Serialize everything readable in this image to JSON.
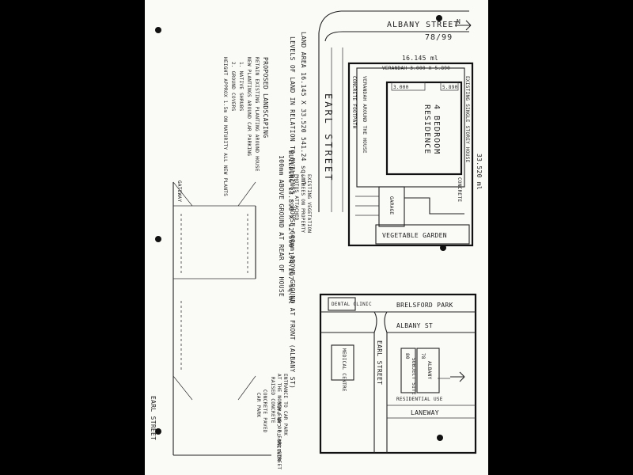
{
  "sheet": {
    "street_top": "ALBANY STREET",
    "lot_number": "78/99",
    "frontage_dim": "16.145 ml",
    "side_dim": "33.520 ml",
    "existing_building": "EXISTING SINGLE STOREY HOUSE",
    "residence_line1": "4 BEDROOM",
    "residence_line2": "RESIDENCE",
    "verandah_top": "VERANDAH 3.000 X 5.890",
    "verandah_bottom": "VERANDAH AROUND THE HOUSE",
    "dim_small_1": "3.000",
    "dim_small_2": "5.890",
    "footpath": "CONCRETE FOOTPATH",
    "street_side": "EARL STREET",
    "concrete": "CONCRETE",
    "garage": "GARAGE",
    "vegetable_garden": "VEGETABLE GARDEN",
    "vegetation_note_1": "EXISTING VEGETATION",
    "vegetation_note_2": "& TREES ON PROPERTY",
    "vegetation_note_3": "PHOTOS ATTACHED",
    "land_area": "LAND AREA  16.145 X 33.520   541.24 sq.ml",
    "building_area": "BUILDING  13.890 X 12.560   174.207 sq.ml",
    "levels_line1": "LEVELS OF LAND IN RELATION TO BUILDINGS - HOUSE 600mm ABOVE GROUND AT FRONT (ALBANY ST)",
    "levels_line2": "100mm ABOVE GROUND AT REAR OF HOUSE",
    "landscaping_title": "PROPOSED LANDSCAPING",
    "landscaping_1": "RETAIN EXISTING PLANTING AROUND HOUSE",
    "landscaping_2": "NEW PLANTINGS AROUND CAR PARKING",
    "landscaping_3": "1. NATIVE SHRUBS",
    "landscaping_4": "2. GROUND COVERS",
    "landscaping_5": "HEIGHT APPROX 1.5m ON MATURITY ALL NEW PLANTS",
    "carpark_1": "CONCRETE PAVED",
    "carpark_2": "CAR PARK",
    "entry_1": "ENTRANCE TO CAR PARK",
    "entry_2": "AT THE NORTH END OF EARL STREET",
    "entry_3": "RAISED CONCRETE",
    "cross_street_bottom": "EARL STREET",
    "kerb_note": "KERBING TO CAR PARK",
    "map_dental": "DENTAL CLINIC",
    "map_park": "BRELSFORD PARK",
    "map_albany": "ALBANY ST",
    "map_earl": "EARL STREET",
    "map_medical": "MEDICAL CENTRE",
    "map_78": "78",
    "map_albany_st_lbl": "ALBANY",
    "map_80": "80",
    "map_site": "SUBJECT SITE",
    "map_residential": "RESIDENTIAL USE",
    "map_laneway": "LANEWAY",
    "north_symbol": "N",
    "gateway": "GATEWAY"
  }
}
